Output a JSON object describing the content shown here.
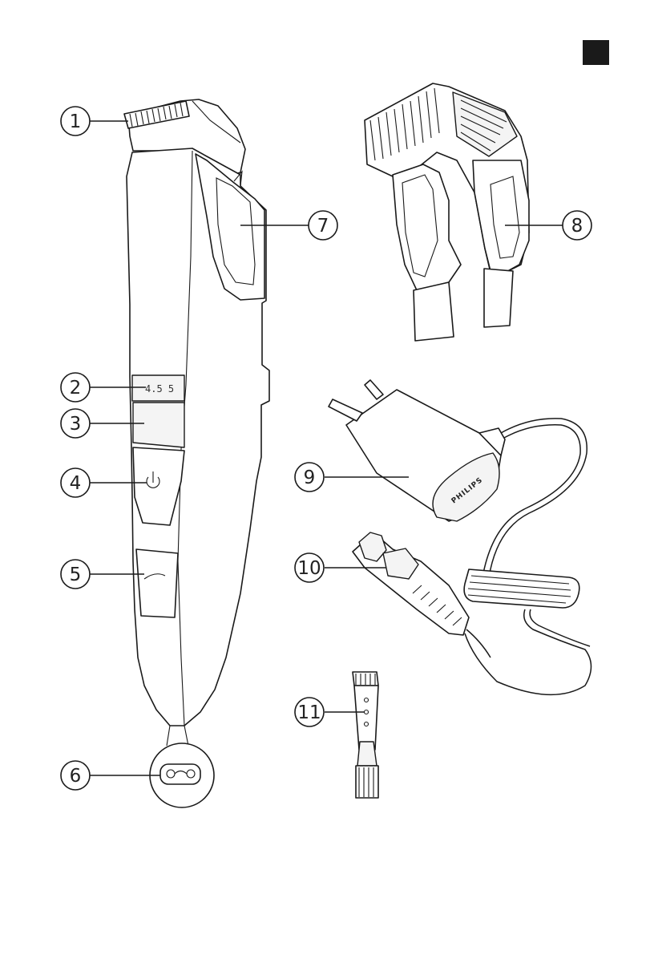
{
  "corner_marker": {
    "color": "#1a1a1a"
  },
  "callouts": [
    {
      "id": "1",
      "label": "1"
    },
    {
      "id": "2",
      "label": "2"
    },
    {
      "id": "3",
      "label": "3"
    },
    {
      "id": "4",
      "label": "4"
    },
    {
      "id": "5",
      "label": "5"
    },
    {
      "id": "6",
      "label": "6"
    },
    {
      "id": "7",
      "label": "7"
    },
    {
      "id": "8",
      "label": "8"
    },
    {
      "id": "9",
      "label": "9"
    },
    {
      "id": "10",
      "label": "10"
    },
    {
      "id": "11",
      "label": "11"
    }
  ],
  "trimmer": {
    "display_text": "4.5  5",
    "power_icon": "power-icon"
  },
  "adapter": {
    "brand": "PHILIPS"
  }
}
